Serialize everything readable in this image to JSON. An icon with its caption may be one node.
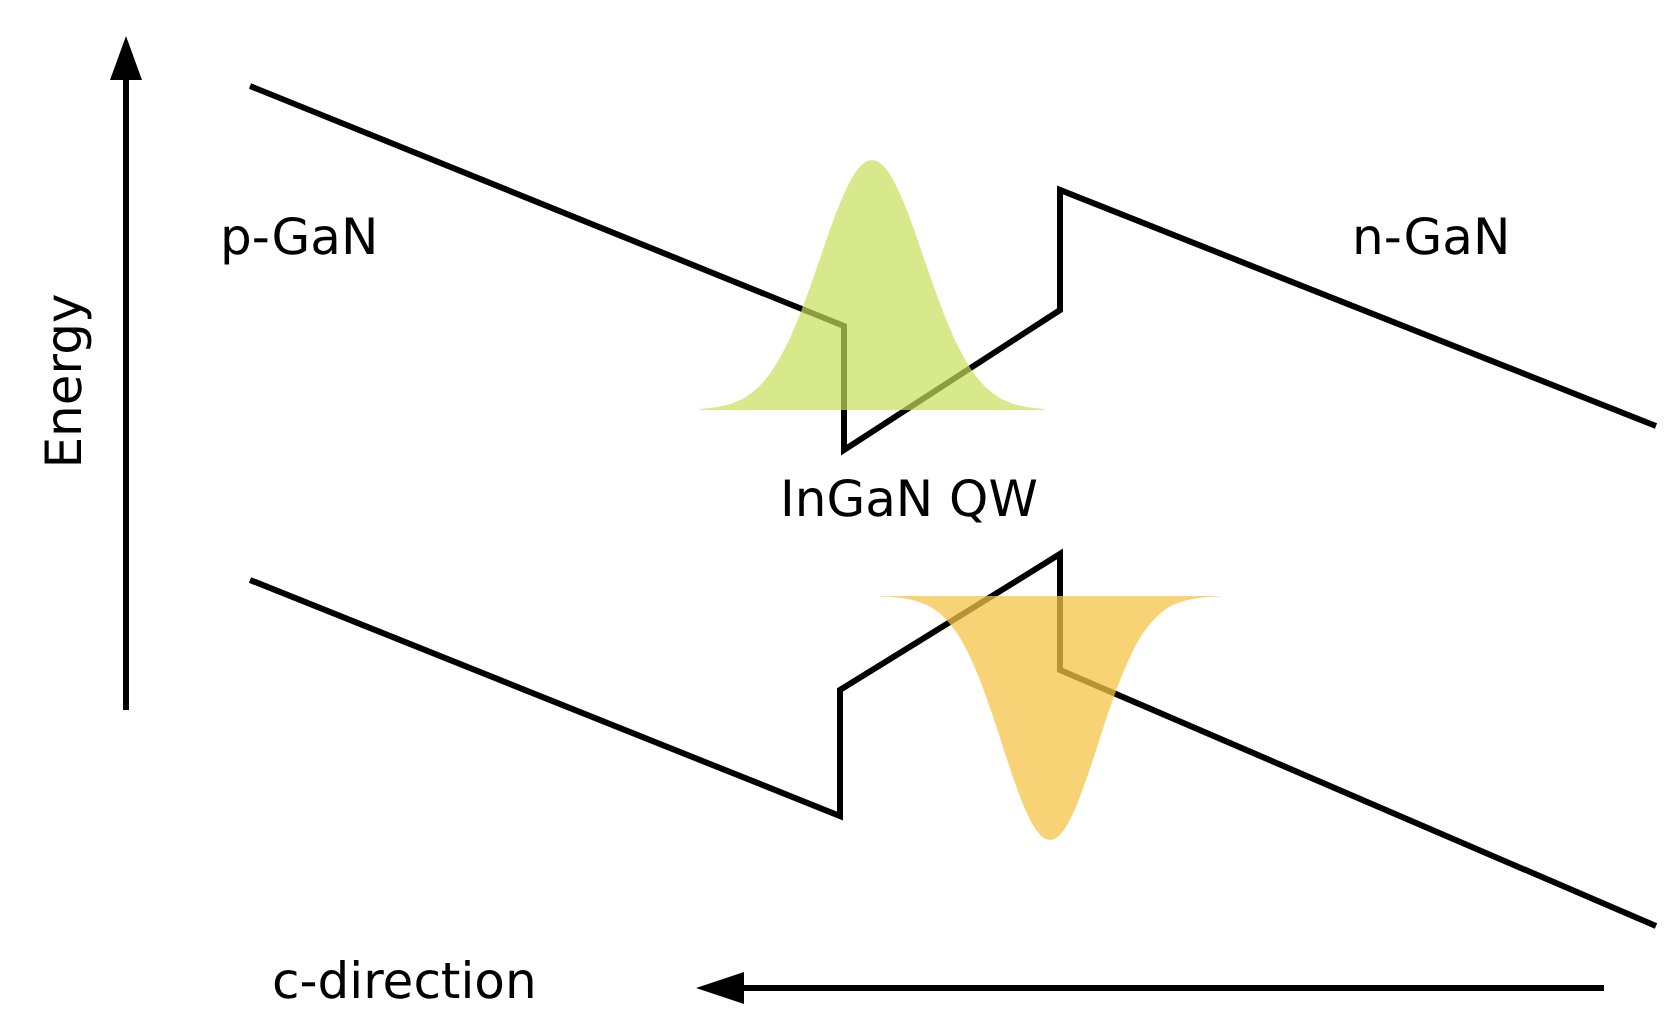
{
  "diagram": {
    "labels": [
      "Energy",
      "p-GaN",
      "n-GaN",
      "InGaN QW",
      "c-direction"
    ]
  }
}
